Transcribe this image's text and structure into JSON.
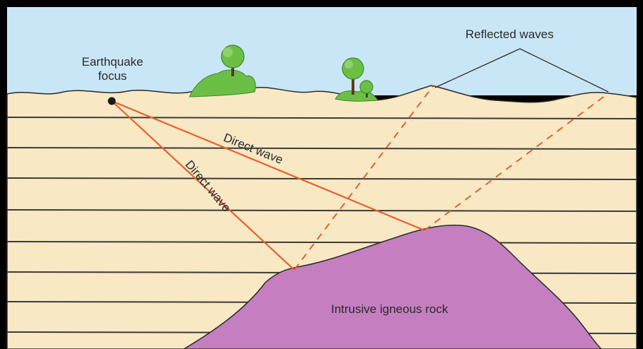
{
  "labels": {
    "focus": "Earthquake focus",
    "reflected": "Reflected waves",
    "direct_1": "Direct wave",
    "direct_2": "Direct wave",
    "rock": "Intrusive igneous rock"
  },
  "colors": {
    "frame": "#000000",
    "sky": "#c9e6f6",
    "ground": "#f8e8c4",
    "strata_line": "#3a3a3a",
    "wave": "#e8602e",
    "rock_fill": "#c57fc0",
    "rock_edge": "#2a2a2a",
    "tree_green": "#6cbf45",
    "tree_dark": "#3c8a28"
  }
}
